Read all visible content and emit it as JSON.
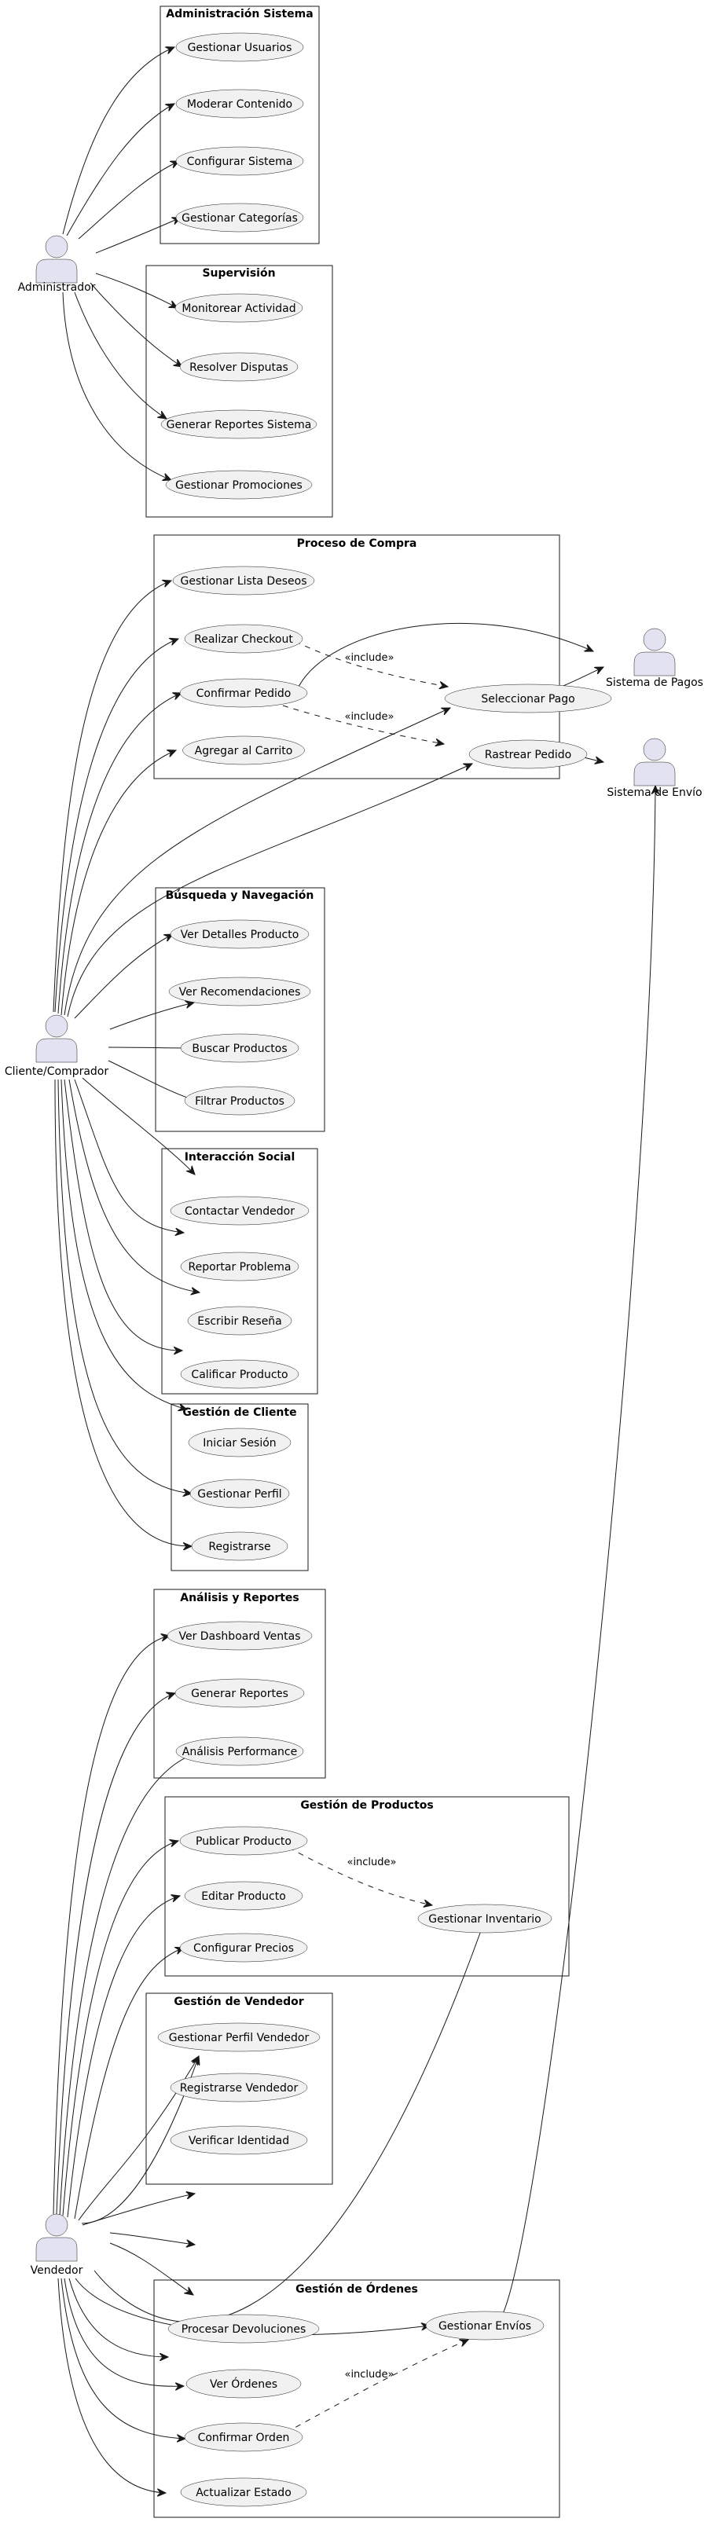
{
  "actors": {
    "administrador": "Administrador",
    "cliente": "Cliente/Comprador",
    "vendedor": "Vendedor",
    "pagos": "Sistema de Pagos",
    "envio": "Sistema de Envío"
  },
  "packages": {
    "admin": {
      "title": "Administración Sistema",
      "use_cases": [
        "Gestionar Usuarios",
        "Moderar Contenido",
        "Configurar Sistema",
        "Gestionar Categorías"
      ]
    },
    "supervision": {
      "title": "Supervisión",
      "use_cases": [
        "Monitorear Actividad",
        "Resolver Disputas",
        "Generar Reportes Sistema",
        "Gestionar Promociones"
      ]
    },
    "compra": {
      "title": "Proceso de Compra",
      "use_cases": [
        "Gestionar Lista Deseos",
        "Realizar Checkout",
        "Confirmar Pedido",
        "Agregar al Carrito",
        "Seleccionar Pago",
        "Rastrear Pedido"
      ]
    },
    "busqueda": {
      "title": "Búsqueda y Navegación",
      "use_cases": [
        "Ver Detalles Producto",
        "Ver Recomendaciones",
        "Buscar Productos",
        "Filtrar Productos"
      ]
    },
    "social": {
      "title": "Interacción Social",
      "use_cases": [
        "Contactar Vendedor",
        "Reportar Problema",
        "Escribir Reseña",
        "Calificar Producto"
      ]
    },
    "cliente": {
      "title": "Gestión de Cliente",
      "use_cases": [
        "Iniciar Sesión",
        "Gestionar Perfil",
        "Registrarse"
      ]
    },
    "analisis": {
      "title": "Análisis y Reportes",
      "use_cases": [
        "Ver Dashboard Ventas",
        "Generar Reportes",
        "Análisis Performance"
      ]
    },
    "productos": {
      "title": "Gestión de Productos",
      "use_cases": [
        "Publicar Producto",
        "Editar Producto",
        "Configurar Precios",
        "Gestionar Inventario"
      ]
    },
    "vendedor": {
      "title": "Gestión de Vendedor",
      "use_cases": [
        "Gestionar Perfil Vendedor",
        "Registrarse Vendedor",
        "Verificar Identidad"
      ]
    },
    "ordenes": {
      "title": "Gestión de Órdenes",
      "use_cases": [
        "Procesar Devoluciones",
        "Ver Órdenes",
        "Confirmar Orden",
        "Actualizar Estado",
        "Gestionar Envíos"
      ]
    }
  },
  "stereotype": "«include»"
}
